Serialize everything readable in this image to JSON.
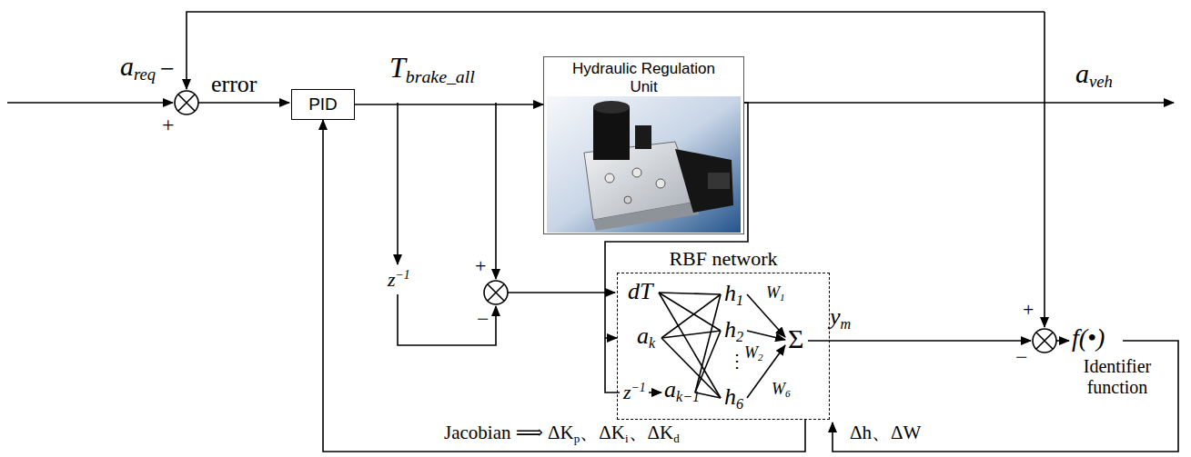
{
  "diagram": {
    "nodes": [
      {
        "text": [
          "PID"
        ]
      },
      {
        "text": [
          "Hydraulic Regulation Unit"
        ]
      },
      {
        "text": [
          "RBF network"
        ]
      }
    ],
    "edges": [
      {
        "from": 0,
        "to": 1,
        "arrow": "to"
      },
      {
        "from": 1,
        "to": 2,
        "arrow": "to"
      },
      {
        "from": 2,
        "to": 0,
        "arrow": "to"
      }
    ],
    "labels": [
      "a",
      "req",
      "−",
      "+",
      "error",
      "T",
      "brake_all",
      "a",
      "veh",
      "z",
      "−1",
      "+",
      "−",
      "dT",
      "a",
      "k",
      "z",
      "−1",
      "a",
      "k−1",
      "h",
      "1",
      "h",
      "2",
      "⋮",
      "h",
      "6",
      "W",
      "1",
      "W",
      "2",
      "W",
      "6",
      "Σ",
      "y",
      "m",
      "+",
      "−",
      "f(•)",
      "Identifier function",
      "Jacobian ⟹ ΔK",
      "p",
      "、ΔK",
      "i",
      "、ΔK",
      "d",
      "Δh、ΔW"
    ]
  }
}
